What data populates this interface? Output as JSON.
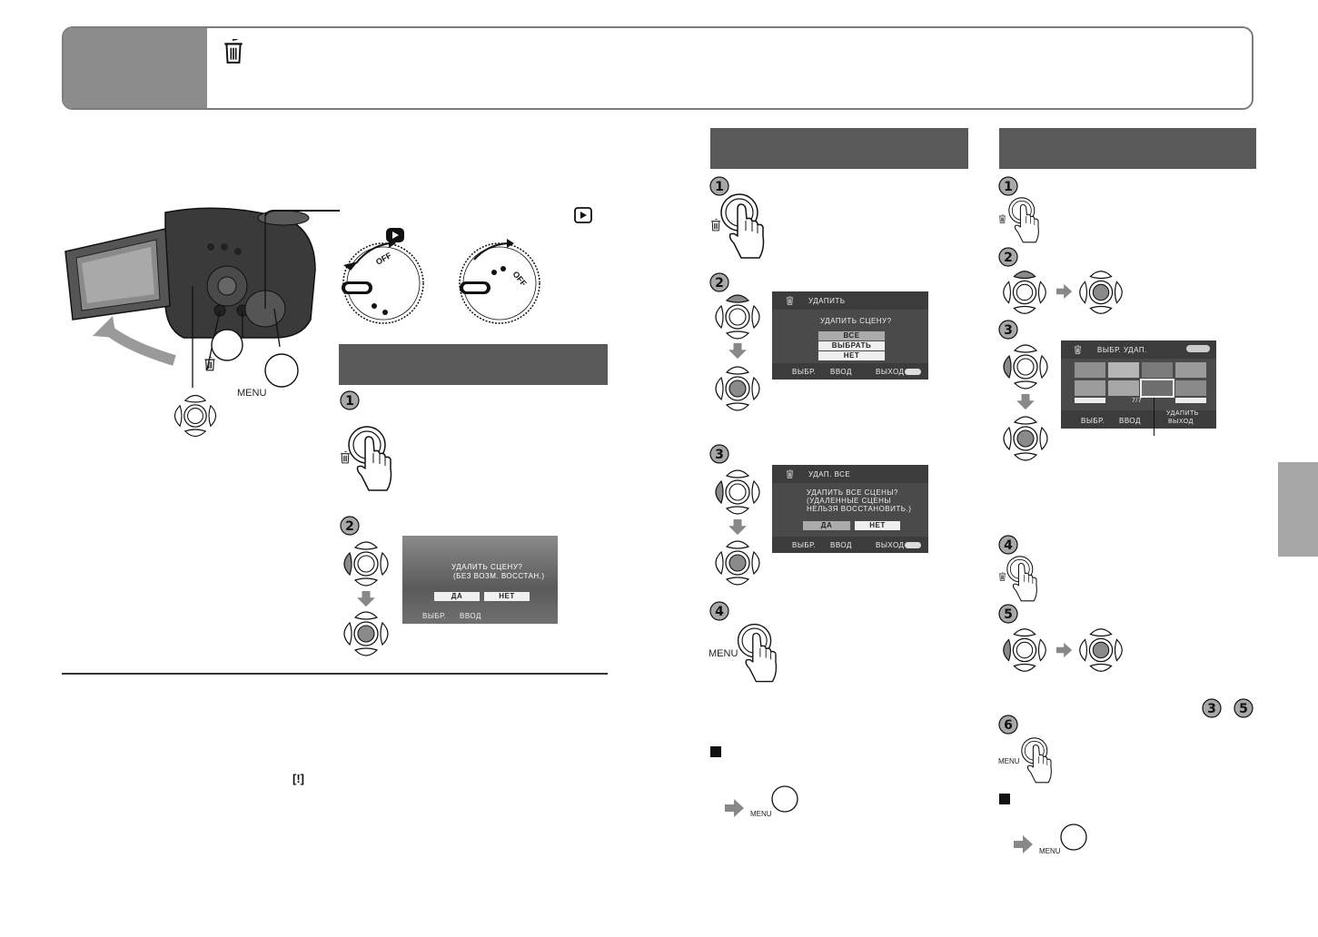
{
  "labels": {
    "menu": "MENU",
    "off": "OFF"
  },
  "screen1": {
    "title": "УДАПИТЬ",
    "question": "УДАПИТЬ СЦЕНУ?",
    "options": [
      "ВСЕ",
      "ВЫБРАТЬ",
      "НЕТ"
    ],
    "footer_left": "ВЫБР.",
    "footer_mid": "ВВОД",
    "footer_right": "ВЫХОД"
  },
  "screen2": {
    "title": "УДАП. ВСЕ",
    "lines": [
      "УДАПИТЬ ВСЕ СЦЕНЫ?",
      "(УДАЛЕННЫЕ СЦЕНЫ",
      "НЕЛЬЗЯ ВОССТАНОВИТЬ.)"
    ],
    "yes": "ДА",
    "no": "НЕТ",
    "footer_left": "ВЫБР.",
    "footer_mid": "ВВОД",
    "footer_right": "ВЫХОД"
  },
  "screen3": {
    "title": "ВЫБР. УДАП.",
    "page": "7/7",
    "footer_left": "ВЫБР.",
    "footer_mid": "ВВОД",
    "delete": "УДАПИТЬ",
    "exit": "ВЫХОД"
  },
  "screen4": {
    "line1": "УДАЛИТЬ СЦЕНУ?",
    "line2": "(БЕЗ ВОЗМ. ВОССТАН.)",
    "yes": "ДА",
    "no": "НЕТ",
    "footer_left": "ВЫБР.",
    "footer_mid": "ВВОД"
  },
  "colors": {
    "section_head": "#595959",
    "header_tab": "#8c8c8c",
    "screen_bg": "#4a4a4a"
  }
}
